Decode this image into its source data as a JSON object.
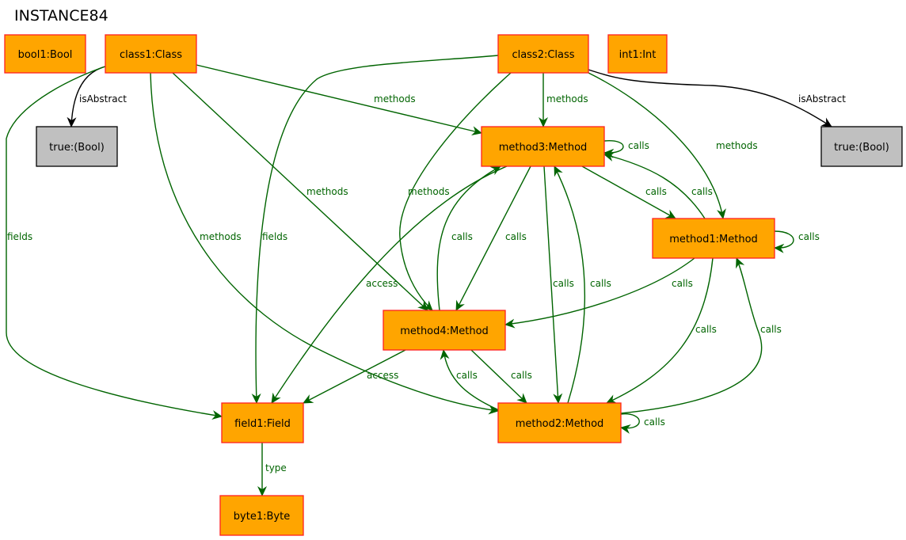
{
  "title": "INSTANCE84",
  "colors": {
    "node_fill": "#FFA500",
    "node_stroke": "#FF2020",
    "value_fill": "#C0C0C0",
    "value_stroke": "#000000",
    "edge_green": "#006400",
    "edge_black": "#000000"
  },
  "nodes": [
    {
      "id": "bool1",
      "label": "bool1:Bool",
      "kind": "object"
    },
    {
      "id": "class1",
      "label": "class1:Class",
      "kind": "object"
    },
    {
      "id": "class2",
      "label": "class2:Class",
      "kind": "object"
    },
    {
      "id": "int1",
      "label": "int1:Int",
      "kind": "object"
    },
    {
      "id": "true1",
      "label": "true:(Bool)",
      "kind": "value"
    },
    {
      "id": "true2",
      "label": "true:(Bool)",
      "kind": "value"
    },
    {
      "id": "method3",
      "label": "method3:Method",
      "kind": "object"
    },
    {
      "id": "method1",
      "label": "method1:Method",
      "kind": "object"
    },
    {
      "id": "method4",
      "label": "method4:Method",
      "kind": "object"
    },
    {
      "id": "method2",
      "label": "method2:Method",
      "kind": "object"
    },
    {
      "id": "field1",
      "label": "field1:Field",
      "kind": "object"
    },
    {
      "id": "byte1",
      "label": "byte1:Byte",
      "kind": "object"
    }
  ],
  "edges": [
    {
      "from": "class1",
      "to": "true1",
      "label": "isAbstract",
      "color": "black"
    },
    {
      "from": "class2",
      "to": "true2",
      "label": "isAbstract",
      "color": "black"
    },
    {
      "from": "class1",
      "to": "field1",
      "label": "fields",
      "color": "green"
    },
    {
      "from": "class1",
      "to": "method3",
      "label": "methods",
      "color": "green"
    },
    {
      "from": "class1",
      "to": "method4",
      "label": "methods",
      "color": "green"
    },
    {
      "from": "class1",
      "to": "method2",
      "label": "methods",
      "color": "green"
    },
    {
      "from": "class2",
      "to": "field1",
      "label": "fields",
      "color": "green"
    },
    {
      "from": "class2",
      "to": "method3",
      "label": "methods",
      "color": "green"
    },
    {
      "from": "class2",
      "to": "method4",
      "label": "methods",
      "color": "green"
    },
    {
      "from": "class2",
      "to": "method1",
      "label": "methods",
      "color": "green"
    },
    {
      "from": "method3",
      "to": "method3",
      "label": "calls",
      "color": "green"
    },
    {
      "from": "method3",
      "to": "method1",
      "label": "calls",
      "color": "green"
    },
    {
      "from": "method1",
      "to": "method3",
      "label": "calls",
      "color": "green"
    },
    {
      "from": "method1",
      "to": "method1",
      "label": "calls",
      "color": "green"
    },
    {
      "from": "method3",
      "to": "method4",
      "label": "calls",
      "color": "green"
    },
    {
      "from": "method4",
      "to": "method3",
      "label": "calls",
      "color": "green"
    },
    {
      "from": "method3",
      "to": "method2",
      "label": "calls",
      "color": "green"
    },
    {
      "from": "method2",
      "to": "method3",
      "label": "calls",
      "color": "green"
    },
    {
      "from": "method3",
      "to": "field1",
      "label": "access",
      "color": "green"
    },
    {
      "from": "method1",
      "to": "method4",
      "label": "calls",
      "color": "green"
    },
    {
      "from": "method1",
      "to": "method2",
      "label": "calls",
      "color": "green"
    },
    {
      "from": "method2",
      "to": "method1",
      "label": "calls",
      "color": "green"
    },
    {
      "from": "method4",
      "to": "field1",
      "label": "access",
      "color": "green"
    },
    {
      "from": "method4",
      "to": "method2",
      "label": "calls",
      "color": "green"
    },
    {
      "from": "method2",
      "to": "method4",
      "label": "calls",
      "color": "green"
    },
    {
      "from": "method2",
      "to": "method2",
      "label": "calls",
      "color": "green"
    },
    {
      "from": "field1",
      "to": "byte1",
      "label": "type",
      "color": "green"
    }
  ]
}
